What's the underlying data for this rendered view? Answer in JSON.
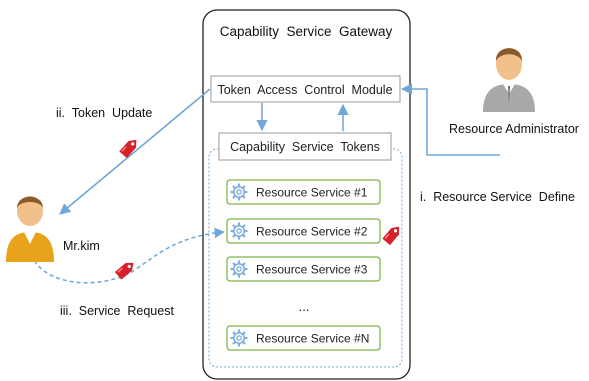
{
  "gateway": {
    "title": "Capability  Service  Gateway"
  },
  "token_module": {
    "label": "Token  Access  Control  Module"
  },
  "tokens_box": {
    "label": "Capability  Service  Tokens"
  },
  "services": [
    {
      "label": "Resource Service #1"
    },
    {
      "label": "Resource Service #2"
    },
    {
      "label": "Resource Service #3"
    },
    {
      "label": "Resource Service #N"
    }
  ],
  "ellipsis": "...",
  "actors": {
    "user": {
      "label": "Mr.kim"
    },
    "admin": {
      "label": "Resource Administrator"
    }
  },
  "flows": {
    "token_update": "ii.  Token  Update",
    "service_request": "iii.  Service  Request",
    "resource_define": "i.  Resource Service  Define"
  },
  "colors": {
    "arrow": "#6fa8d8",
    "service_border": "#7cb84a",
    "gear": "#7fb0dc",
    "tag": "#d6202a",
    "person_skin": "#f2c08a",
    "user_shirt": "#e8a21c",
    "admin_shirt": "#a9a9a9"
  }
}
